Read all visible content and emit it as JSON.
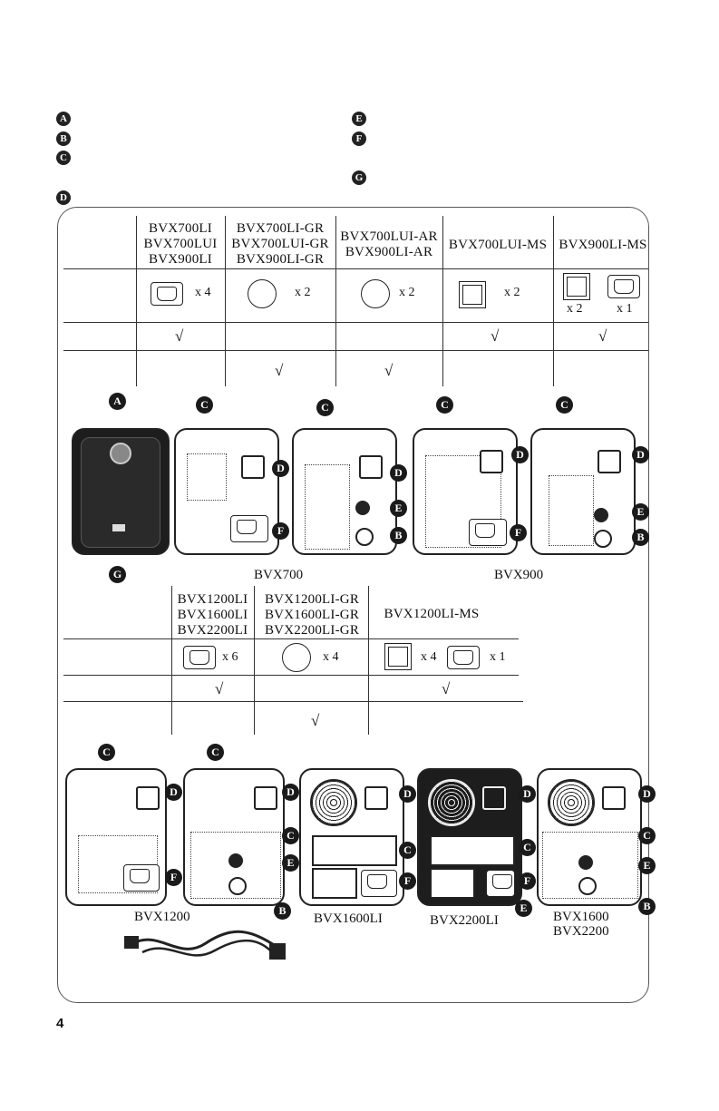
{
  "legend": {
    "left": [
      "A",
      "B",
      "C",
      "D"
    ],
    "right": [
      "E",
      "F",
      "G"
    ]
  },
  "table1": {
    "headers": [
      [
        "BVX700LI",
        "BVX700LUI",
        "BVX900LI"
      ],
      [
        "BVX700LI-GR",
        "BVX700LUI-GR",
        "BVX900LI-GR"
      ],
      [
        "BVX700LUI-AR",
        "BVX900LI-AR"
      ],
      [
        "BVX700LUI-MS"
      ],
      [
        "BVX900LI-MS"
      ]
    ],
    "outlets": [
      "x 4",
      "x 2",
      "x 2",
      "x 2",
      "x 2",
      "x 1"
    ],
    "check": "√"
  },
  "diagram1": {
    "captions": [
      "BVX700",
      "BVX900"
    ],
    "badges": [
      "A",
      "C",
      "C",
      "C",
      "C",
      "D",
      "D",
      "D",
      "D",
      "F",
      "F",
      "E",
      "E",
      "B",
      "B",
      "G"
    ]
  },
  "table2": {
    "headers": [
      [
        "BVX1200LI",
        "BVX1600LI",
        "BVX2200LI"
      ],
      [
        "BVX1200LI-GR",
        "BVX1600LI-GR",
        "BVX2200LI-GR"
      ],
      [
        "BVX1200LI-MS"
      ]
    ],
    "outlets": [
      "x 6",
      "x 4",
      "x 4",
      "x 1"
    ],
    "check": "√"
  },
  "diagram2": {
    "captions": [
      "BVX1200",
      "BVX1600LI",
      "BVX2200LI",
      "BVX1600",
      "BVX2200"
    ],
    "badges": [
      "C",
      "C",
      "D",
      "D",
      "D",
      "D",
      "D",
      "F",
      "C",
      "E",
      "B",
      "C",
      "F",
      "C",
      "F",
      "E",
      "C",
      "E",
      "B"
    ]
  },
  "page_number": "4"
}
